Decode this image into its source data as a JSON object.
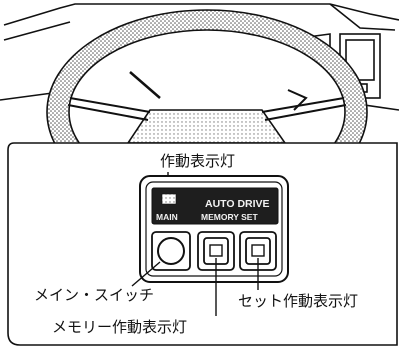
{
  "callouts": {
    "indicator_light": "作動表示灯",
    "main_switch": "メイン・スイッチ",
    "set_indicator": "セット作動表示灯",
    "memory_indicator": "メモリー作動表示灯"
  },
  "panel": {
    "auto_drive": "AUTO DRIVE",
    "main": "MAIN",
    "memory_set": "MEMORY SET"
  },
  "colors": {
    "ink": "#111111",
    "panel_dark": "#1e1e1e",
    "stipple": "#8a8a8a"
  }
}
